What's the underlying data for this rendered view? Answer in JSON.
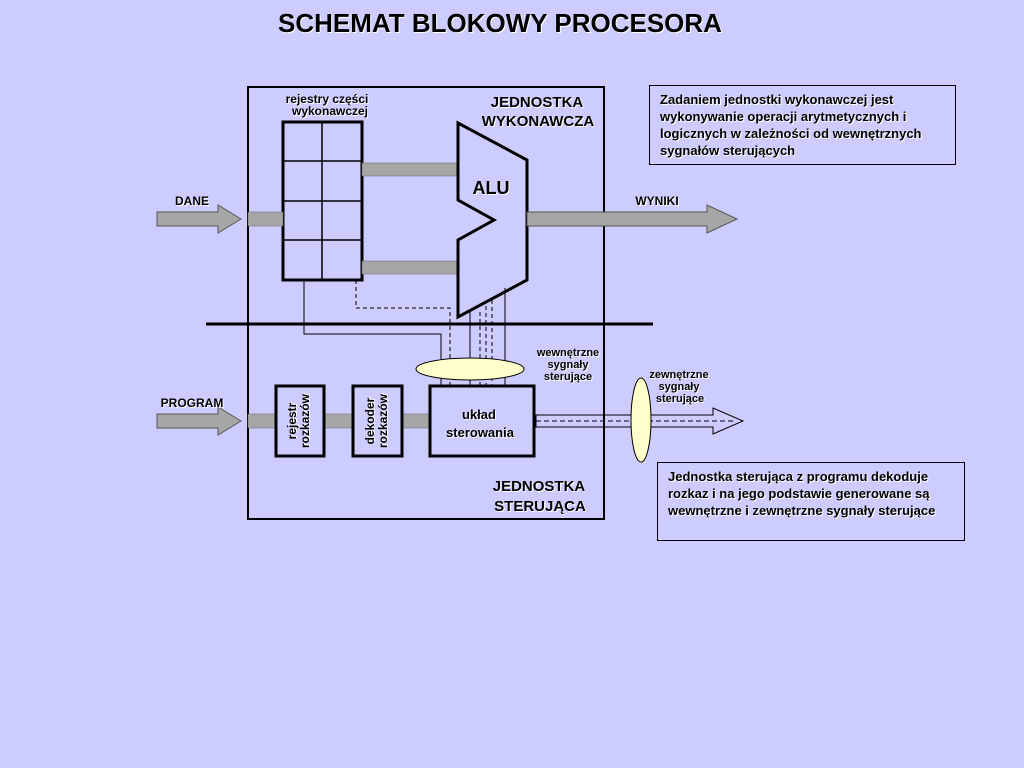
{
  "title": "SCHEMAT BLOKOWY PROCESORA",
  "labels": {
    "registers_line1": "rejestry części",
    "registers_line2": "wykonawczej",
    "exec_unit_line1": "JEDNOSTKA",
    "exec_unit_line2": "WYKONAWCZA",
    "alu": "ALU",
    "dane": "DANE",
    "wyniki": "WYNIKI",
    "program": "PROGRAM",
    "instr_register_line1": "rejestr",
    "instr_register_line2": "rozkazów",
    "decoder_line1": "dekoder",
    "decoder_line2": "rozkazów",
    "control_line1": "układ",
    "control_line2": "sterowania",
    "internal_signals_line1": "wewnętrzne",
    "internal_signals_line2": "sygnały",
    "internal_signals_line3": "sterujące",
    "external_signals_line1": "zewnętrzne",
    "external_signals_line2": "sygnały",
    "external_signals_line3": "sterujące",
    "control_unit_line1": "JEDNOSTKA",
    "control_unit_line2": "STERUJĄCA"
  },
  "notes": {
    "exec_unit": "Zadaniem jednostki wykonawczej jest wykonywanie operacji arytmetycznych i logicznych w zależności od wewnętrznych sygnałów sterujących",
    "control_unit": "Jednostka sterująca z programu dekoduje rozkaz i na jego podstawie generowane są wewnętrzne i zewnętrzne sygnały sterujące"
  },
  "colors": {
    "background": "#ccccff",
    "bus_gray": "#a6a6a6",
    "ellipse_fill": "#ffffcc",
    "ink": "#000000"
  }
}
